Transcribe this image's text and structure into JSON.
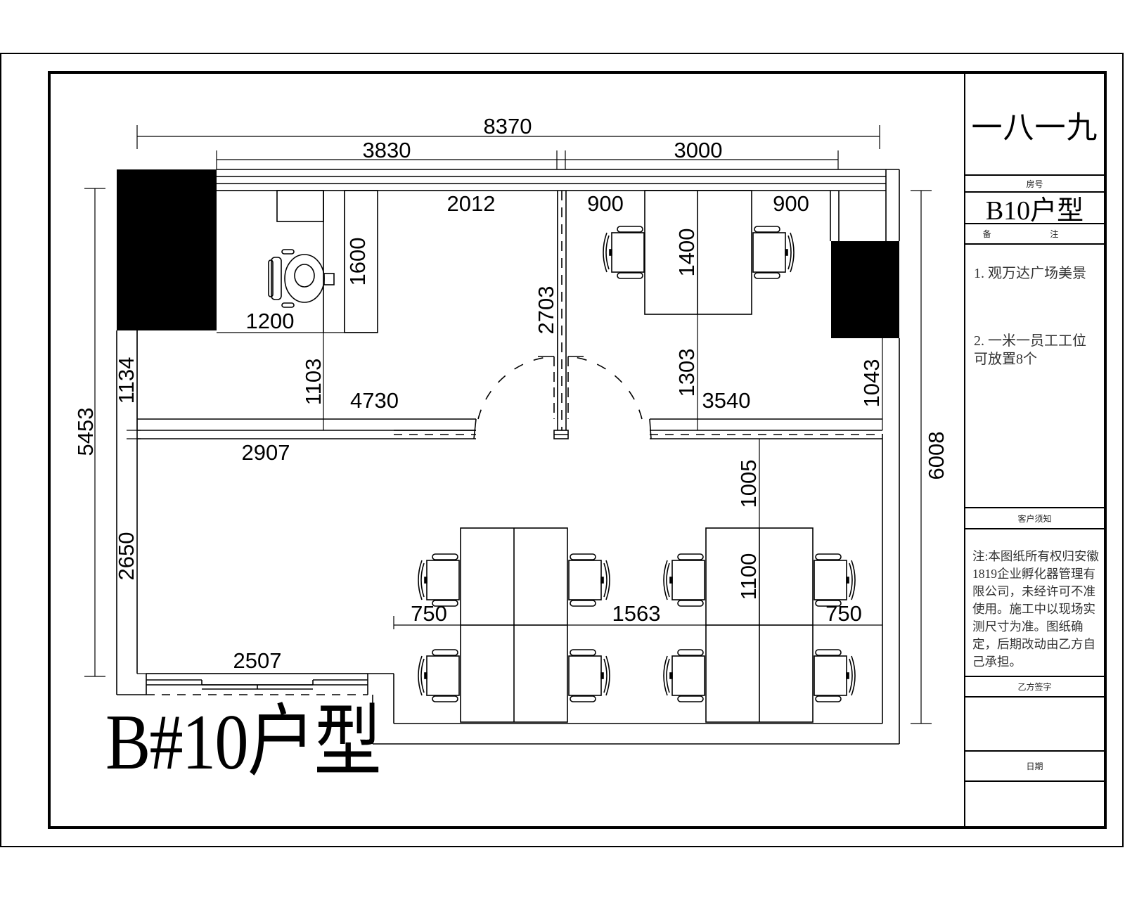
{
  "drawing": {
    "title": "B#10户型",
    "type": "office floor plan"
  },
  "title_block": {
    "company": "一八一九",
    "room_no_label": "房号",
    "room_no_value": "B10户型",
    "remarks_label": "备 注",
    "remarks": [
      "1. 观万达广场美景",
      "2. 一米一员工工位可放置8个"
    ],
    "notice_label": "客户须知",
    "notice_text": "注:本图纸所有权归安徽1819企业孵化器管理有限公司，未经许可不准使用。施工中以现场实测尺寸为准。图纸确定，后期改动由乙方自己承担。",
    "signature_label": "乙方签字",
    "signature_value": "",
    "date_label": "日期",
    "date_value": ""
  },
  "dimensions": {
    "overall_width": "8370",
    "top_left_span": "3830",
    "top_right_span": "3000",
    "left_office_width": "2012",
    "right_office_left_gap": "900",
    "right_office_right_gap": "900",
    "partition_height": "2703",
    "desk_depth_left": "1600",
    "desk_width_left": "1200",
    "desk_depth_right": "1400",
    "left_clearance": "1103",
    "right_clearance": "1303",
    "left_office_span": "4730",
    "right_office_span": "3540",
    "right_wall_clearance": "1043",
    "left_wall_segment_top": "1134",
    "left_wall_segment_bottom": "2650",
    "left_overall_height": "5453",
    "right_overall_height": "6008",
    "corridor_wall_span": "2907",
    "window_span": "2507",
    "aisle_to_desks": "1005",
    "desk_group_depth": "1100",
    "edge_clearance_left": "750",
    "middle_aisle": "1563",
    "edge_clearance_right": "750"
  },
  "furniture": {
    "workstation_count": 8,
    "office_chairs": 2,
    "executive_chair": 1
  }
}
